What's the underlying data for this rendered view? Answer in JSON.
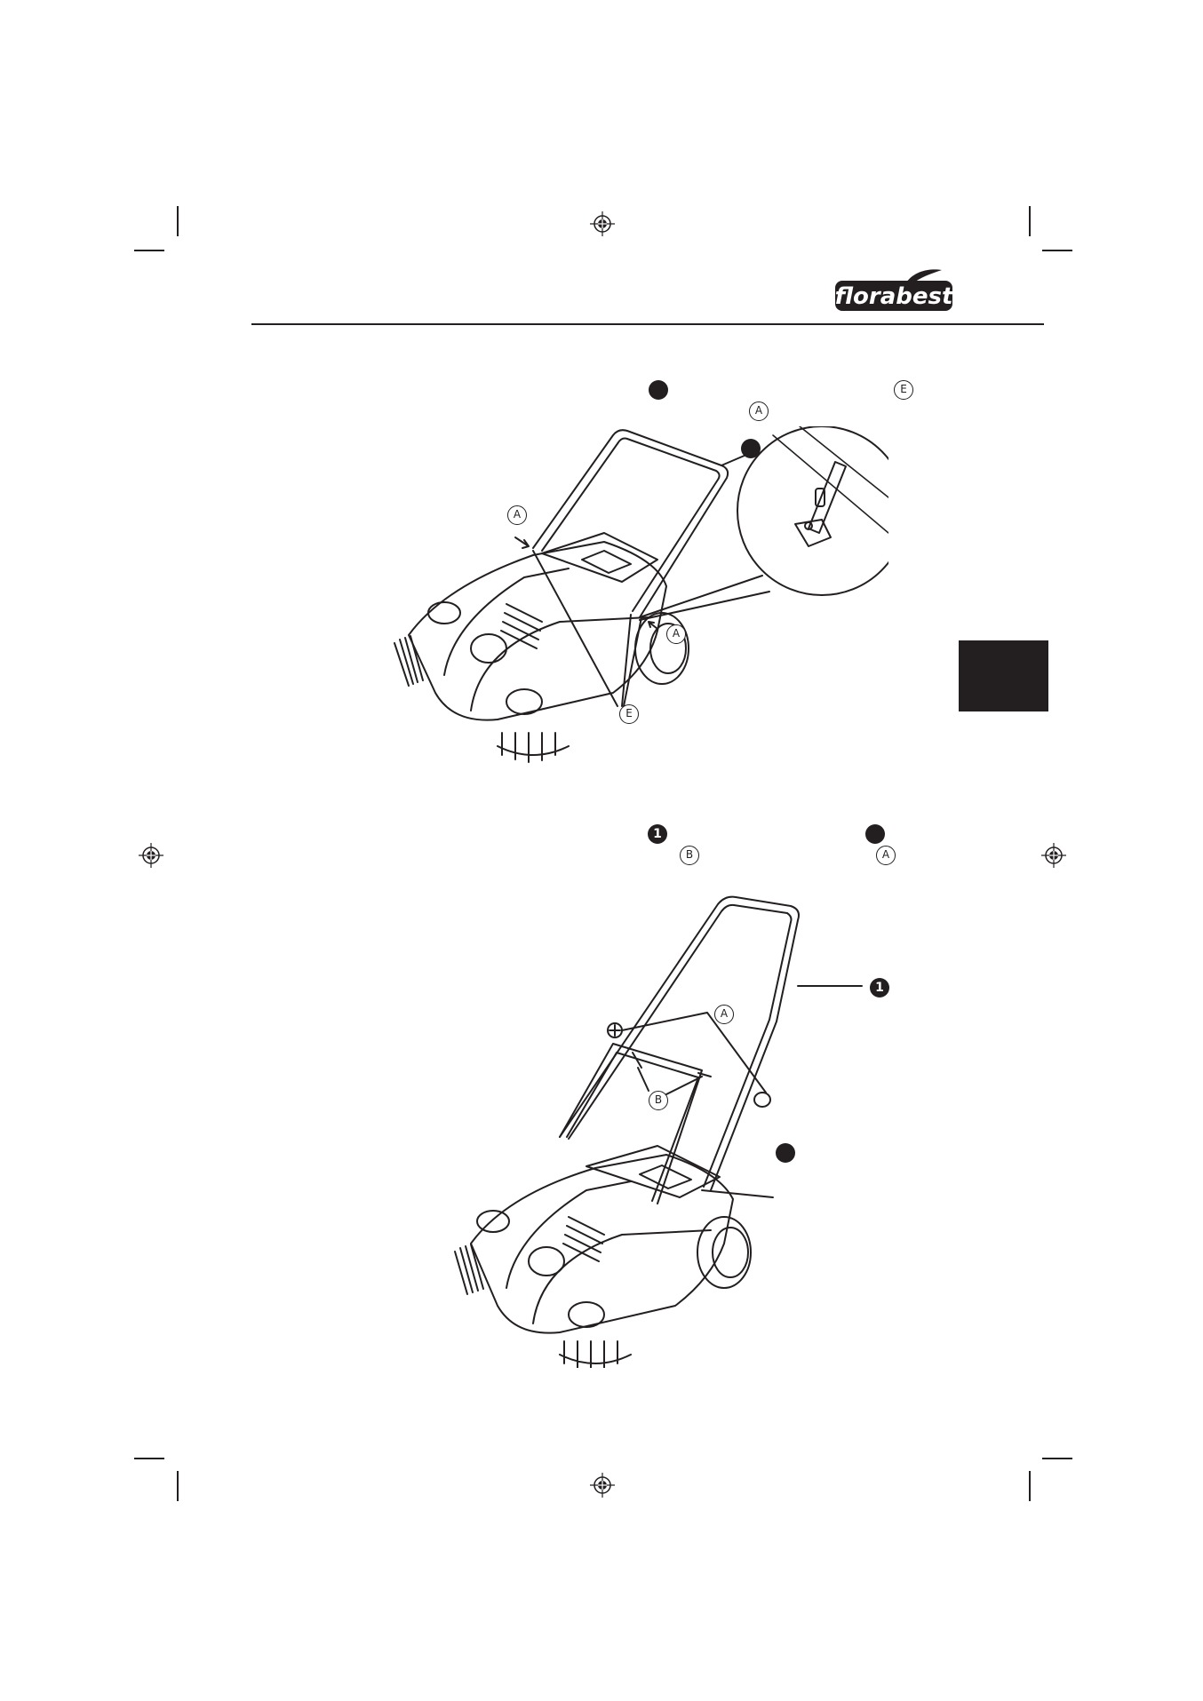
{
  "brand": {
    "logo_text": "florabest",
    "color": "#231f20"
  },
  "figure1": {
    "header_callouts": [
      "",
      "E",
      "A"
    ],
    "labels": {
      "a_left": "A",
      "a_right": "A",
      "e_bottom": "E",
      "handle_num": ""
    }
  },
  "figure2": {
    "header_callouts": [
      "1",
      "",
      "B",
      "A"
    ],
    "labels": {
      "handle_num": "1",
      "a_parts": "A",
      "b_parts": "B",
      "frame_num": ""
    }
  },
  "icons": [
    "registration-mark-icon",
    "florabest-leaf-icon"
  ]
}
